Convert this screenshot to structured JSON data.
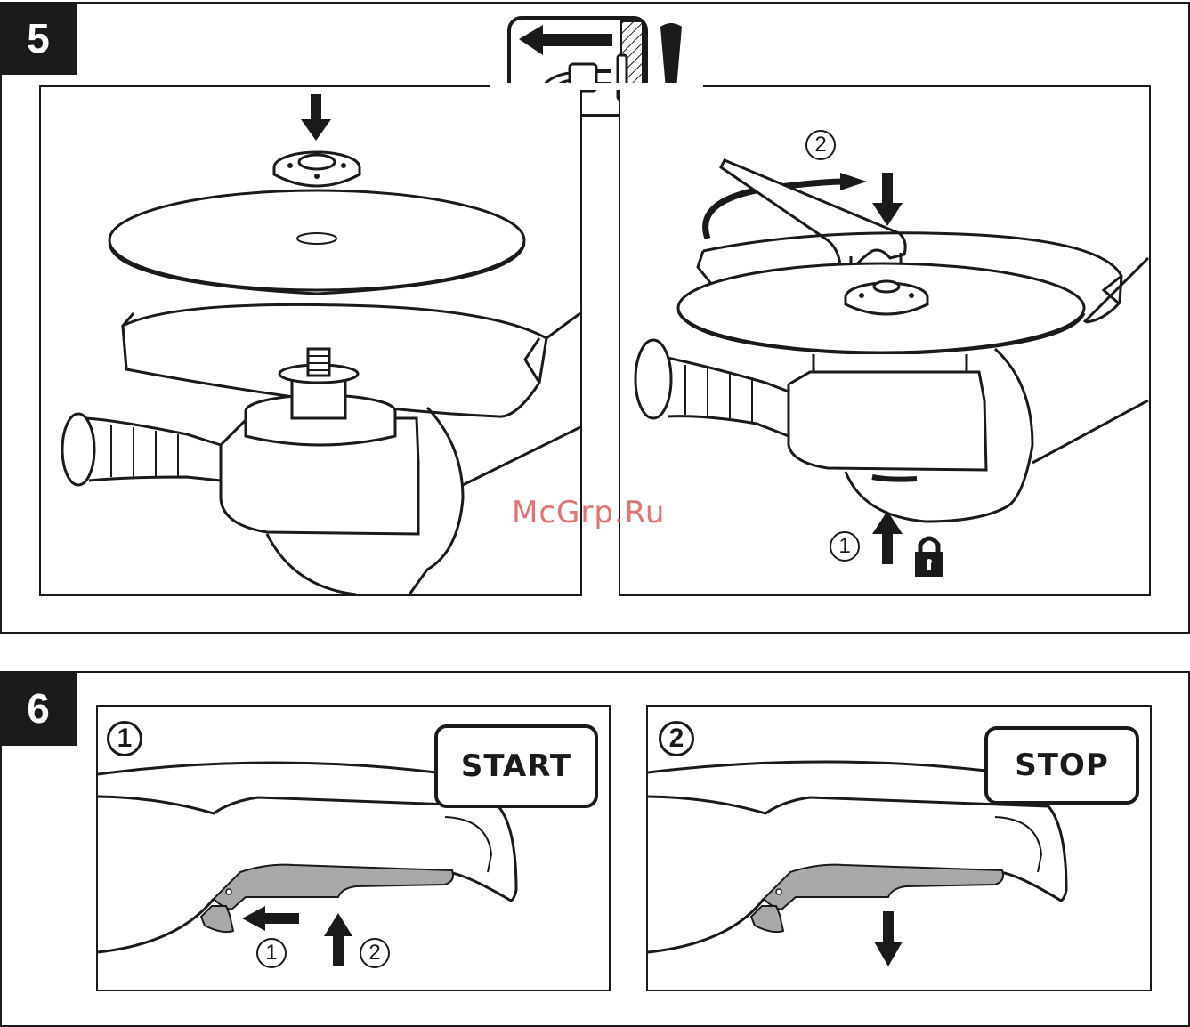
{
  "step5": {
    "number": "5",
    "right_panel": {
      "label_rotate": "2",
      "label_lock": "1"
    }
  },
  "step6": {
    "number": "6",
    "start_panel": {
      "index": "1",
      "badge": "START",
      "label_a": "1",
      "label_b": "2"
    },
    "stop_panel": {
      "index": "2",
      "badge": "STOP"
    }
  },
  "watermark": "McGrp.Ru",
  "icons": [
    "unplug-warning-icon",
    "exclamation-icon",
    "lock-icon",
    "down-arrow-icon",
    "up-arrow-icon",
    "left-arrow-icon",
    "rotate-arrow-icon"
  ]
}
